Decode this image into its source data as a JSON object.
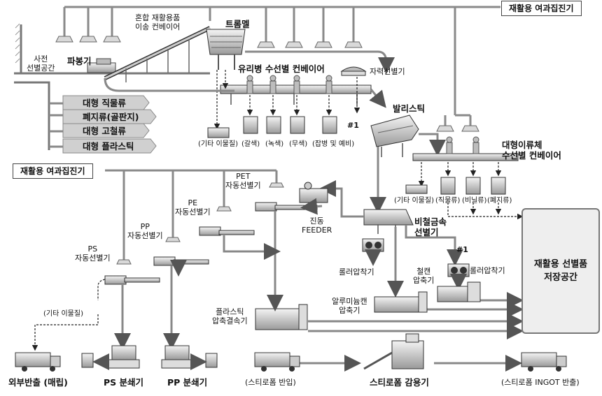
{
  "collectors": {
    "top": "재활용 여과집진기",
    "left": "재활용 여과집진기"
  },
  "top_section": {
    "pre_sort_space": "사전\n선별공간",
    "bag_opener": "파봉기",
    "mixed_conveyor": "혼합 재활용품\n이송 컨베이어",
    "trommel": "트롬멜",
    "glass_hand_conveyor": "유리병 수선별 컨베이어",
    "magnetic_separator": "자력선별기",
    "ballistic": "발리스틱",
    "large_hand_conveyor": "대형이류체\n수선별 컨베이어"
  },
  "large_items": [
    "대형 직물류",
    "폐지류(골판지)",
    "대형 고철류",
    "대형 플라스틱"
  ],
  "glass_bins": [
    "(기타 이물질)",
    "(갈색)",
    "(녹색)",
    "(무색)",
    "(잡병 및 예비)"
  ],
  "marker": "#1",
  "large_bins": [
    "(기타 이물질)",
    "(직물류)",
    "(비닐류)",
    "(폐지류)"
  ],
  "optical_sorters": {
    "ps": "PS\n자동선별기",
    "pp": "PP\n자동선별기",
    "pe": "PE\n자동선별기",
    "pet": "PET\n자동선별기"
  },
  "vibrating_feeder": "진동\nFEEDER",
  "eddy_current": "비철금속\n선별기",
  "roller_compactor": "롤러압착기",
  "steel_can_compactor": "철캔\n압축기",
  "aluminum_can_compactor": "알루미늄캔\n압축기",
  "plastic_baler": "플라스틱\n압축결속기",
  "storage": "재활용 선별품\n저장공간",
  "other_foreign": "(기타 이물질)",
  "bottom": {
    "external": "외부반출 (매립)",
    "ps_crusher": "PS 분쇄기",
    "pp_crusher": "PP 분쇄기",
    "styro_in": "(스티로폼 반입)",
    "styro_reducer": "스티로폼 감용기",
    "styro_out": "(스티로폼 INGOT 반출)"
  }
}
